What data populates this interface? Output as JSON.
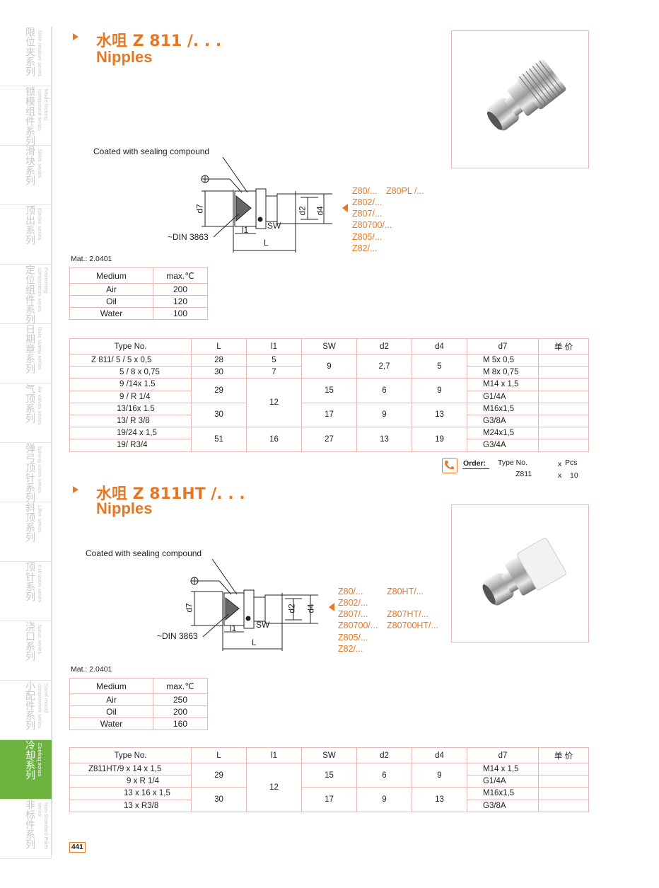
{
  "sidebar": [
    {
      "cn": "限位夹系列",
      "en": "Slide retainer series"
    },
    {
      "cn": "锁模组件系列",
      "en": "Mode locking component series"
    },
    {
      "cn": "滑块系列",
      "en": "Slider series"
    },
    {
      "cn": "顶出系列",
      "en": "Ejector series"
    },
    {
      "cn": "定位组件系列",
      "en": "Positioning components series"
    },
    {
      "cn": "日期章系列",
      "en": "Date stamp series"
    },
    {
      "cn": "气顶系列",
      "en": "Air valves series"
    },
    {
      "cn": "弹弓顶针系列",
      "en": "Sprung cores series"
    },
    {
      "cn": "斜顶系列",
      "en": "Lifter series"
    },
    {
      "cn": "顶针系列",
      "en": "Extrusion series"
    },
    {
      "cn": "浇口系列",
      "en": "Sprue series"
    },
    {
      "cn": "小配件系列",
      "en": "Samll mould components series"
    },
    {
      "cn": "冷却系列",
      "en": "Cooling series"
    },
    {
      "cn": "非标件系列",
      "en": "Non-Standard Parts series"
    }
  ],
  "section1": {
    "title_cn": "水咀 Z 811 /. . .",
    "title_en": "Nipples",
    "coated": "Coated with sealing compound",
    "din": "~DIN 3863",
    "dims": {
      "d7": "d7",
      "d2": "d2",
      "d4": "d4",
      "l1": "l1",
      "sw": "SW",
      "L": "L"
    },
    "compatible": [
      "Z80/...",
      "Z80PL /...",
      "Z802/...",
      "Z807/...",
      "Z80700/...",
      "Z805/...",
      "Z82/..."
    ],
    "mat": "Mat.: 2.0401",
    "medium_header": [
      "Medium",
      "max.℃"
    ],
    "medium_rows": [
      [
        "Air",
        "200"
      ],
      [
        "Oil",
        "120"
      ],
      [
        "Water",
        "100"
      ]
    ],
    "table_header": [
      "Type No.",
      "L",
      "l1",
      "SW",
      "d2",
      "d4",
      "d7",
      "单 价"
    ],
    "rows": [
      {
        "type": "Z 811/ 5 / 5 x 0,5",
        "d7": "M 5x 0,5"
      },
      {
        "type": "5 / 8 x 0,75",
        "d7": "M 8x 0,75"
      },
      {
        "type": "9 /14x 1.5",
        "d7": "M14 x 1,5"
      },
      {
        "type": "9 / R 1/4",
        "d7": "G1/4A"
      },
      {
        "type": "13/16x 1.5",
        "d7": "M16x1,5"
      },
      {
        "type": "13/ R 3/8",
        "d7": "G3/8A"
      },
      {
        "type": "19/24 x 1,5",
        "d7": "M24x1,5"
      },
      {
        "type": "19/ R3/4",
        "d7": "G3/4A"
      }
    ],
    "merged": {
      "L": [
        "28",
        "30",
        "29",
        "30",
        "51"
      ],
      "l1": [
        "5",
        "7",
        "12",
        "16"
      ],
      "SW": [
        "9",
        "15",
        "17",
        "27"
      ],
      "d2": [
        "2,7",
        "6",
        "9",
        "13"
      ],
      "d4": [
        "5",
        "9",
        "13",
        "19"
      ]
    },
    "order": {
      "label": "Order:",
      "type_no": "Type No.",
      "x1": "x",
      "pcs": "Pcs",
      "value": "Z811",
      "x2": "x",
      "qty": "10"
    }
  },
  "section2": {
    "title_cn": "水咀 Z 811HT /. . .",
    "title_en": "Nipples",
    "coated": "Coated with sealing compound",
    "din": "~DIN 3863",
    "dims": {
      "d7": "d7",
      "d2": "d2",
      "d4": "d4",
      "l1": "l1",
      "sw": "SW",
      "L": "L"
    },
    "compatible_left": [
      "Z80/...",
      "Z802/...",
      "Z807/...",
      "Z80700/...",
      "Z805/...",
      "Z82/..."
    ],
    "compatible_right": [
      "Z80HT/...",
      "Z807HT/...",
      "Z80700HT/..."
    ],
    "mat": "Mat.: 2.0401",
    "medium_header": [
      "Medium",
      "max.℃"
    ],
    "medium_rows": [
      [
        "Air",
        "250"
      ],
      [
        "Oil",
        "200"
      ],
      [
        "Water",
        "160"
      ]
    ],
    "table_header": [
      "Type No.",
      "L",
      "l1",
      "SW",
      "d2",
      "d4",
      "d7",
      "单 价"
    ],
    "rows": [
      {
        "type": "Z811HT/9 x 14 x 1,5",
        "d7": "M14 x 1,5"
      },
      {
        "type": "9 x R 1/4",
        "d7": "G1/4A"
      },
      {
        "type": "13 x 16 x 1,5",
        "d7": "M16x1,5"
      },
      {
        "type": "13 x R3/8",
        "d7": "G3/8A"
      }
    ],
    "merged": {
      "L": [
        "29",
        "30"
      ],
      "l1": [
        "12"
      ],
      "SW": [
        "15",
        "17"
      ],
      "d2": [
        "6",
        "9"
      ],
      "d4": [
        "9",
        "13"
      ]
    }
  },
  "page_number": "441",
  "colors": {
    "accent": "#e87722",
    "active_tab": "#6cb33f",
    "table_border": "#e3b9b3"
  }
}
